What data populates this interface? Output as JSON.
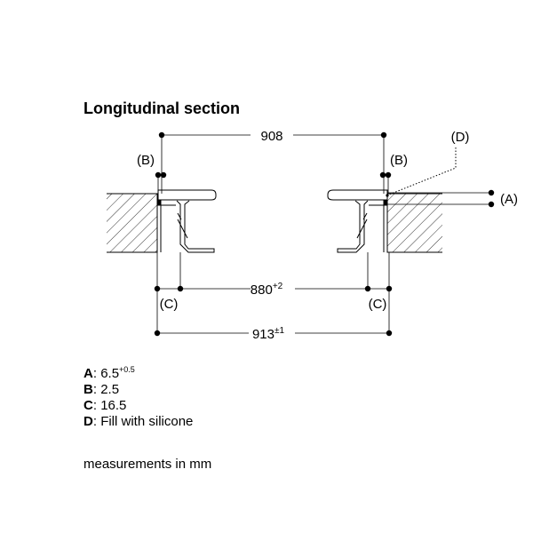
{
  "title": "Longitudinal section",
  "dimensions": {
    "top": {
      "value": "908",
      "sup": ""
    },
    "middle": {
      "value": "880",
      "sup": "+2"
    },
    "bottom": {
      "value": "913",
      "sup": "±1"
    }
  },
  "callouts": {
    "b_left": "(B)",
    "b_right": "(B)",
    "d": "(D)",
    "a": "(A)",
    "c_left": "(C)",
    "c_right": "(C)"
  },
  "legend": [
    {
      "key": "A",
      "sep": ": ",
      "value": "6.5",
      "sup": "+0.5"
    },
    {
      "key": "B",
      "sep": ": ",
      "value": "2.5",
      "sup": ""
    },
    {
      "key": "C",
      "sep": ": ",
      "value": "16.5",
      "sup": ""
    },
    {
      "key": "D",
      "sep": ": ",
      "value": "Fill with silicone",
      "sup": ""
    }
  ],
  "note": "measurements in mm"
}
